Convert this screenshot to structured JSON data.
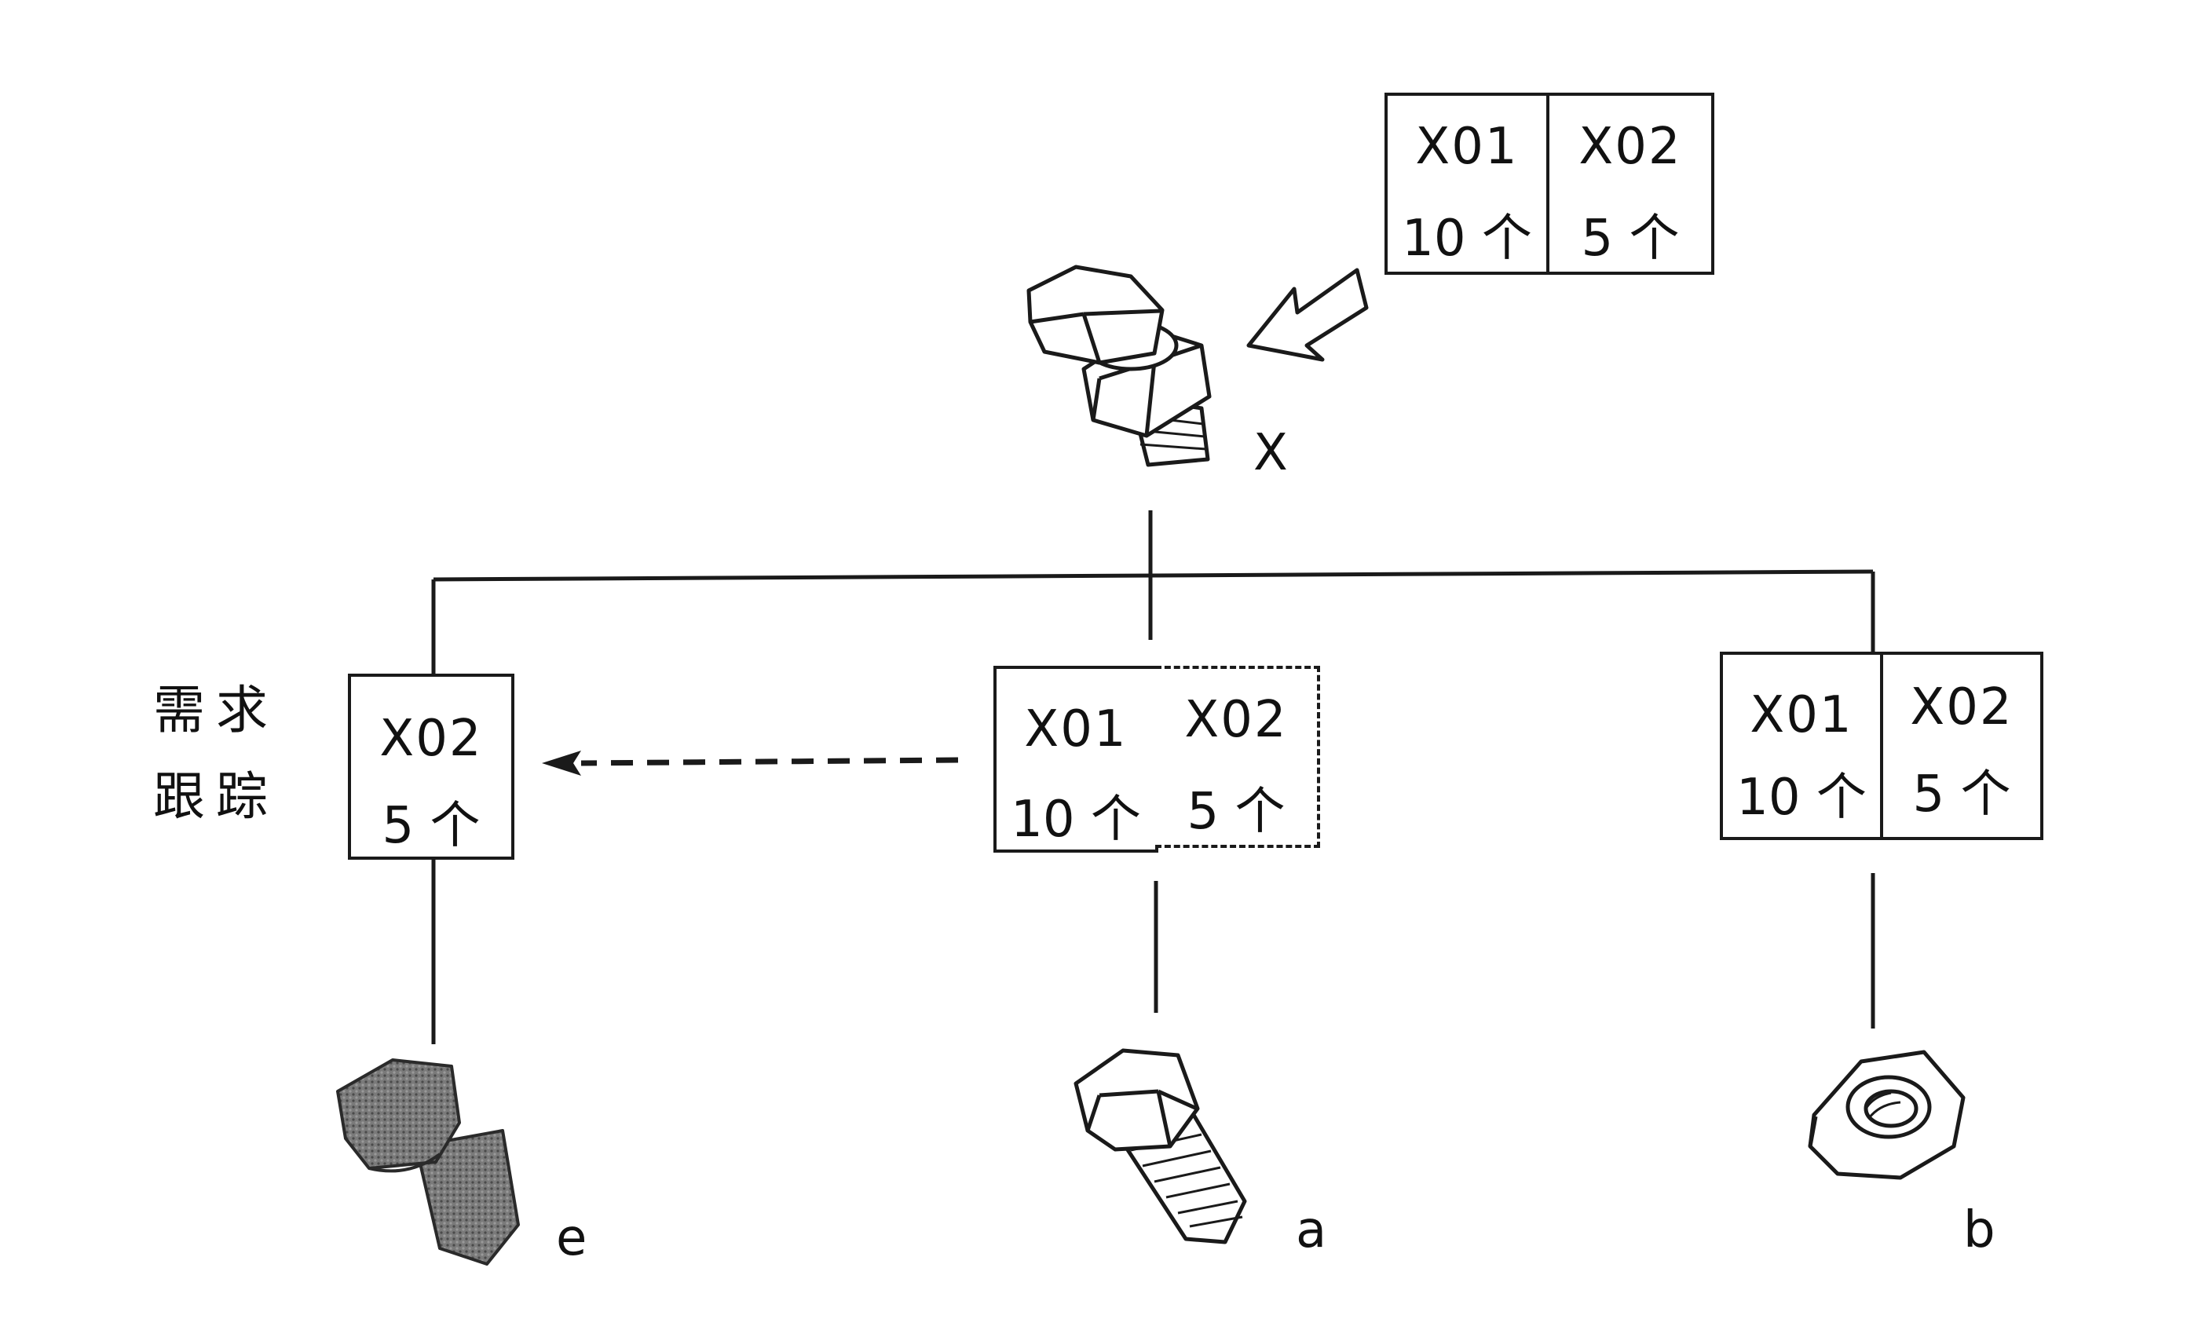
{
  "side_label": {
    "line1": "需求",
    "line2": "跟踪"
  },
  "top_box": {
    "cells": [
      {
        "code": "X01",
        "qty": "10 个"
      },
      {
        "code": "X02",
        "qty": "5 个"
      }
    ]
  },
  "assembly_label": "X",
  "left_box": {
    "cells": [
      {
        "code": "X02",
        "qty": "5 个"
      }
    ]
  },
  "middle_box": {
    "cells": [
      {
        "code": "X01",
        "qty": "10 个"
      },
      {
        "code": "X02",
        "qty": "5 个"
      }
    ]
  },
  "right_box": {
    "cells": [
      {
        "code": "X01",
        "qty": "10 个"
      },
      {
        "code": "X02",
        "qty": "5 个"
      }
    ]
  },
  "parts": [
    {
      "label": "e",
      "icon": "dark-bolt-icon"
    },
    {
      "label": "a",
      "icon": "bolt-icon"
    },
    {
      "label": "b",
      "icon": "hex-nut-icon"
    }
  ]
}
